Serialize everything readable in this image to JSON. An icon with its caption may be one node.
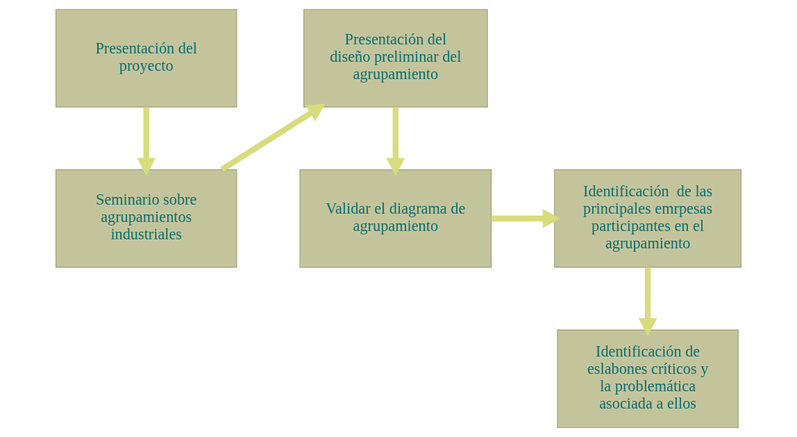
{
  "diagram": {
    "nodes": [
      {
        "text": [
          "Presentación del proyecto"
        ]
      },
      {
        "text": [
          "Seminario sobre agrupamientos industriales"
        ]
      },
      {
        "text": [
          "Presentación del diseño preliminar del agrupamiento"
        ]
      },
      {
        "text": [
          "Validar el diagrama de agrupamiento"
        ]
      },
      {
        "text": [
          "Identificación  de las principales emrpesas participantes en el agrupamiento"
        ]
      },
      {
        "text": [
          "Identificación de eslabones críticos y la problemática asociada a ellos"
        ]
      }
    ],
    "edges": [
      {
        "from": 0,
        "to": 1,
        "arrow": "to"
      },
      {
        "from": 1,
        "to": 2,
        "arrow": "to"
      },
      {
        "from": 2,
        "to": 3,
        "arrow": "to"
      },
      {
        "from": 3,
        "to": 4,
        "arrow": "to"
      },
      {
        "from": 4,
        "to": 5,
        "arrow": "to"
      }
    ]
  }
}
